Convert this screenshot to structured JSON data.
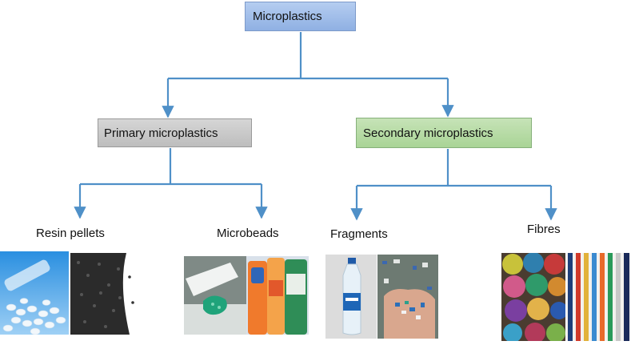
{
  "root": {
    "label": "Microplastics"
  },
  "branches": [
    {
      "label": "Primary microplastics",
      "children": [
        "Resin pellets",
        "Microbeads"
      ]
    },
    {
      "label": "Secondary microplastics",
      "children": [
        "Fragments",
        "Fibres"
      ]
    }
  ],
  "colors": {
    "connector": "#4f90c8",
    "root_fill": "#9dbbe8",
    "primary_fill": "#c8c8c8",
    "secondary_fill": "#b3d9a1"
  }
}
